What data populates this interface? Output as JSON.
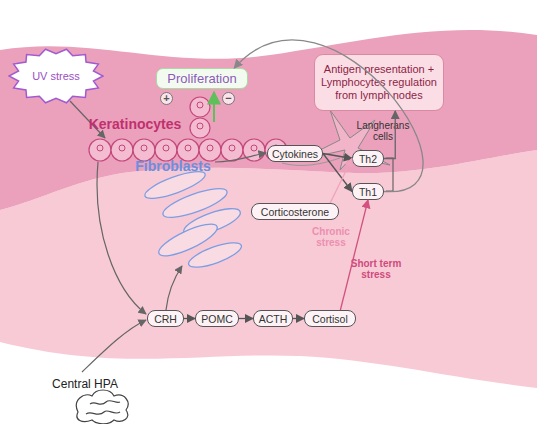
{
  "diagram": {
    "nodes": [
      {
        "text": [
          "UV stress"
        ]
      },
      {
        "text": [
          "Proliferation"
        ]
      },
      {
        "text": [
          "Antigen presentation + Lymphocytes regulation from lymph nodes"
        ]
      },
      {
        "text": [
          "Cytokines"
        ]
      },
      {
        "text": [
          "Th2"
        ]
      },
      {
        "text": [
          "Th1"
        ]
      },
      {
        "text": [
          "Corticosterone"
        ]
      },
      {
        "text": [
          "CRH"
        ]
      },
      {
        "text": [
          "POMC"
        ]
      },
      {
        "text": [
          "ACTH"
        ]
      },
      {
        "text": [
          "Cortisol"
        ]
      }
    ],
    "edges": [
      {
        "from": 7,
        "to": 8,
        "arrow": "to"
      },
      {
        "from": 8,
        "to": 9,
        "arrow": "to"
      },
      {
        "from": 9,
        "to": 10,
        "arrow": "to"
      },
      {
        "from": 3,
        "to": 4,
        "arrow": "to"
      },
      {
        "from": 3,
        "to": 5,
        "arrow": "to"
      },
      {
        "from": 6,
        "to": 4,
        "arrow": "to"
      },
      {
        "from": 10,
        "to": 5,
        "arrow": "to"
      },
      {
        "from": 4,
        "to": 2,
        "arrow": "to"
      },
      {
        "from": 5,
        "to": 1,
        "arrow": "to"
      }
    ],
    "labels": [
      "+",
      "−",
      "Keratinocytes",
      "Langherans cells",
      "Fibroblasts",
      "Chronic stress",
      "Short term stress",
      "Central HPA"
    ]
  }
}
